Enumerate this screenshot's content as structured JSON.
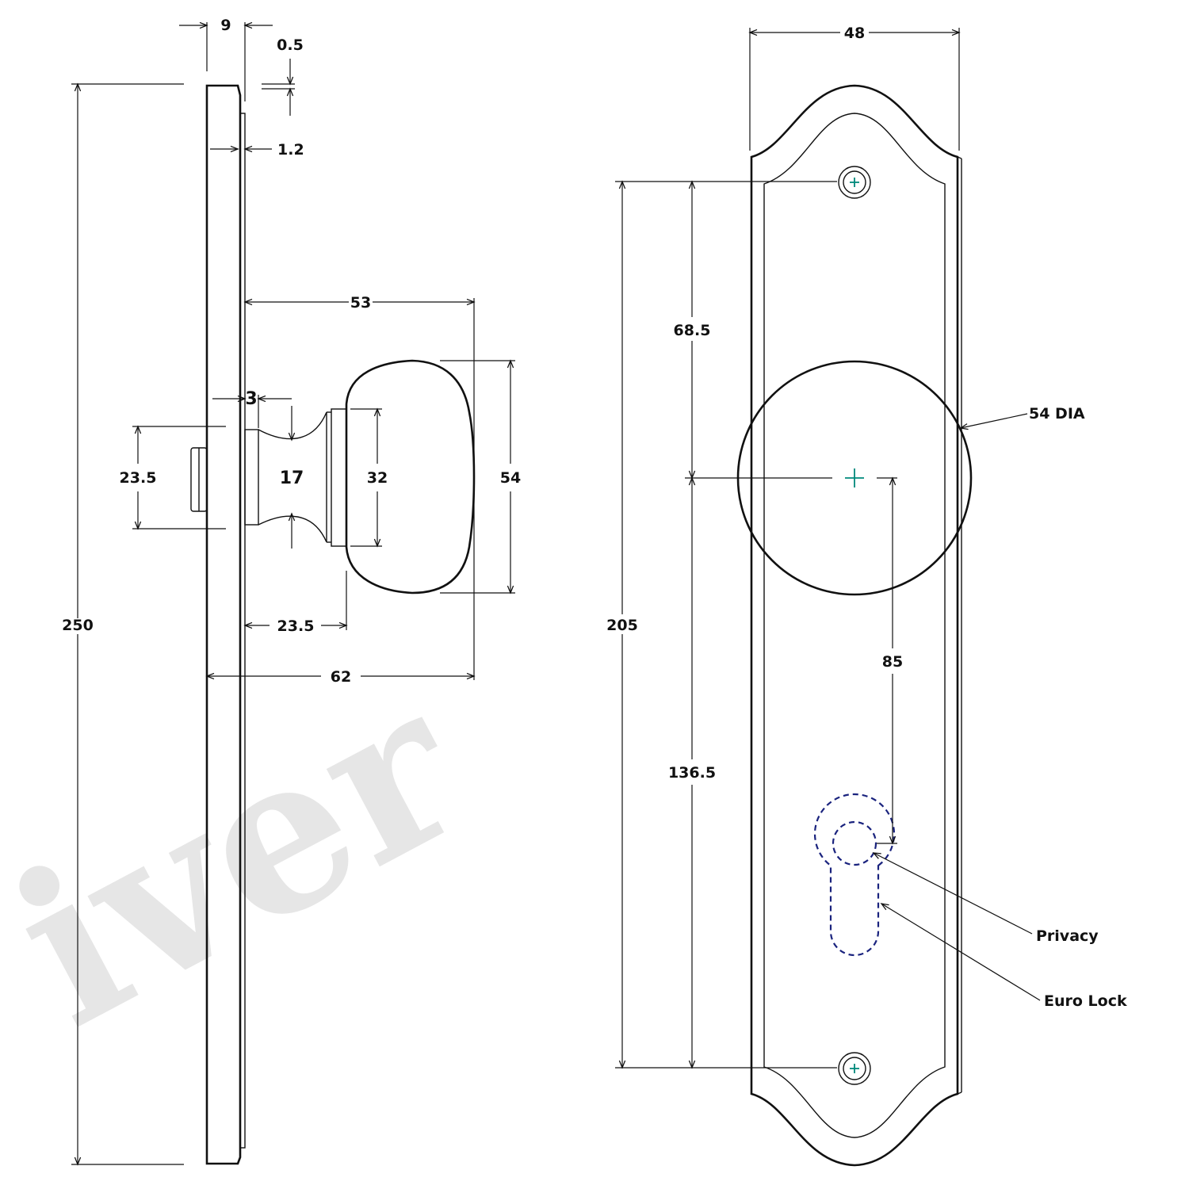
{
  "watermark": {
    "text": "iver",
    "color": "#e6e6e6"
  },
  "colors": {
    "line": "#111111",
    "lock_outline": "#1a237e",
    "screw_mark": "#00897b"
  },
  "side_view": {
    "dims": {
      "plate_thickness": "9",
      "face_step": "0.5",
      "face_offset": "1.2",
      "total_height": "250",
      "knob_projection": "53",
      "rose_gap": "3",
      "neck_diameter": "17",
      "rose_diameter": "32",
      "knob_height": "54",
      "spindle_block_height": "23.5",
      "knob_offset": "23.5",
      "total_projection": "62"
    }
  },
  "front_view": {
    "dims": {
      "plate_width": "48",
      "top_to_knob": "68.5",
      "screw_centres": "205",
      "knob_to_bottom": "136.5",
      "knob_to_lock": "85"
    },
    "labels": {
      "knob_dia": "54 DIA",
      "privacy": "Privacy",
      "euro_lock": "Euro Lock"
    }
  }
}
